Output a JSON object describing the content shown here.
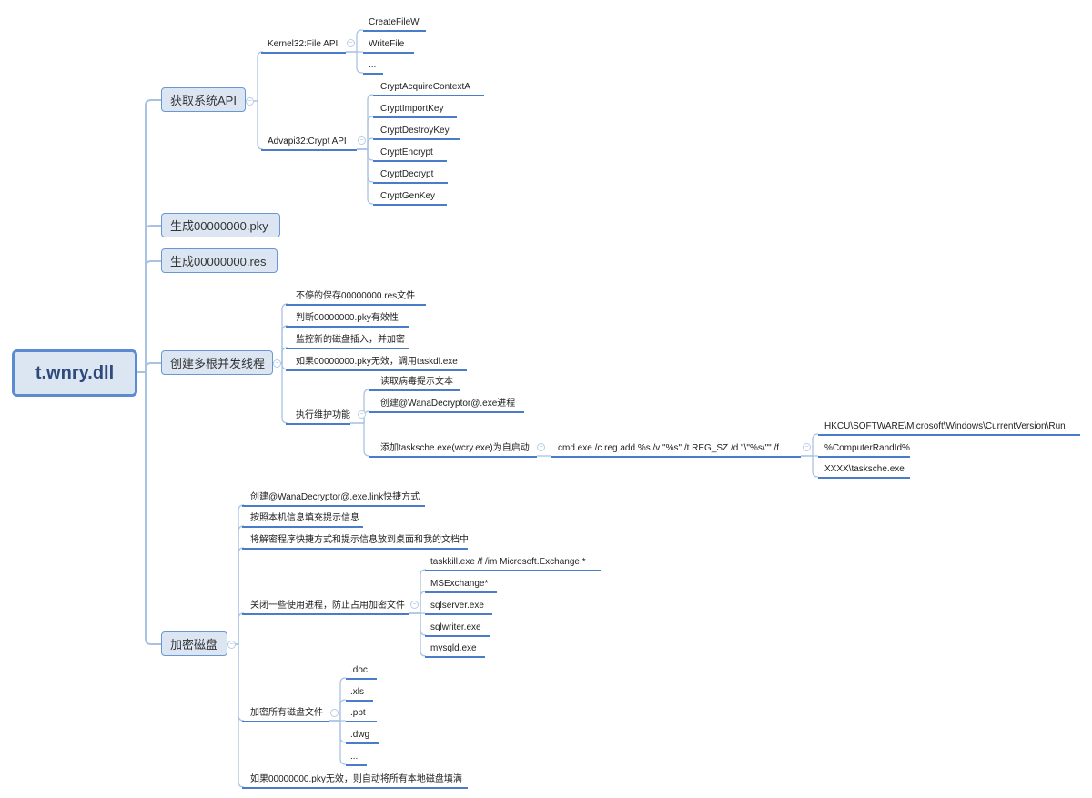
{
  "root": "t.wnry.dll",
  "branches": {
    "api": {
      "label": "获取系统API",
      "kernel": {
        "label": "Kernel32:File API",
        "items": [
          "CreateFileW",
          "WriteFile",
          "..."
        ]
      },
      "advapi": {
        "label": "Advapi32:Crypt API",
        "items": [
          "CryptAcquireContextA",
          "CryptImportKey",
          "CryptDestroyKey",
          "CryptEncrypt",
          "CryptDecrypt",
          "CryptGenKey"
        ]
      }
    },
    "pky": {
      "label": "生成00000000.pky"
    },
    "res": {
      "label": "生成00000000.res"
    },
    "threads": {
      "label": "创建多根并发线程",
      "items": [
        "不停的保存00000000.res文件",
        "判断00000000.pky有效性",
        "监控新的磁盘插入，并加密",
        "如果00000000.pky无效，调用taskdl.exe"
      ],
      "maintain": {
        "label": "执行维护功能",
        "items": [
          "读取病毒提示文本",
          "创建@WanaDecryptor@.exe进程"
        ],
        "autostart": {
          "label": "添加tasksche.exe(wcry.exe)为自启动",
          "cmd": {
            "label": "cmd.exe /c reg add %s /v \"%s\" /t REG_SZ /d \"\\\"%s\\\"\" /f",
            "items": [
              "HKCU\\SOFTWARE\\Microsoft\\Windows\\CurrentVersion\\Run",
              "%ComputerRandId%",
              "XXXX\\tasksche.exe"
            ]
          }
        }
      }
    },
    "encrypt": {
      "label": "加密磁盘",
      "items": [
        "创建@WanaDecryptor@.exe.link快捷方式",
        "按照本机信息填充提示信息",
        "将解密程序快捷方式和提示信息放到桌面和我的文档中"
      ],
      "kill": {
        "label": "关闭一些使用进程，防止占用加密文件",
        "items": [
          "taskkill.exe /f /im Microsoft.Exchange.*",
          "MSExchange*",
          "sqlserver.exe",
          "sqlwriter.exe",
          "mysqld.exe"
        ]
      },
      "files": {
        "label": "加密所有磁盘文件",
        "items": [
          ".doc",
          ".xls",
          ".ppt",
          ".dwg",
          "..."
        ]
      },
      "last": "如果00000000.pky无效，则自动将所有本地磁盘填满"
    }
  },
  "colors": {
    "node_fill": "#dce6f3",
    "node_border": "#5b8bd0",
    "underline": "#4a7cc9",
    "connector": "#a9c2e4"
  }
}
